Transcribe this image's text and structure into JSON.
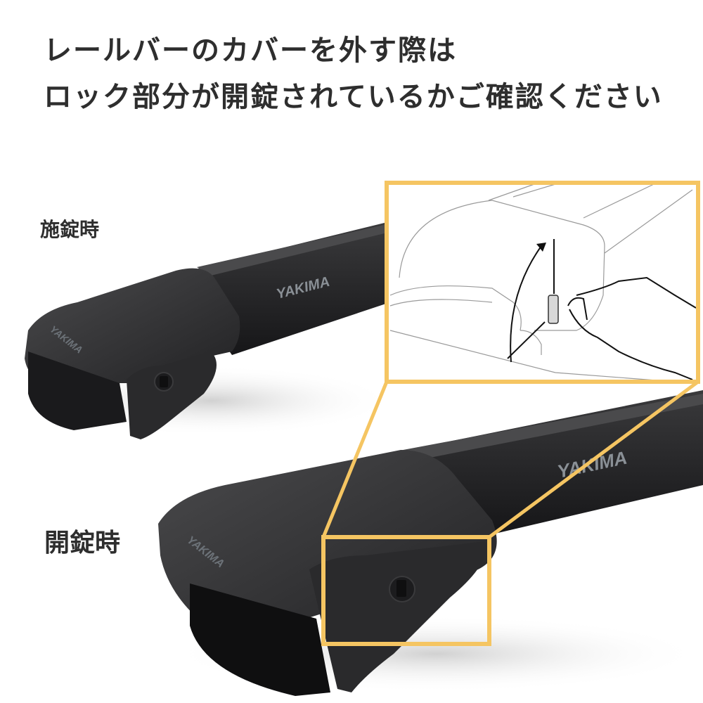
{
  "headline": {
    "line1": "レールバーのカバーを外す際は",
    "line2": "ロック部分が開錠されているかご確認ください"
  },
  "labels": {
    "locked": "施錠時",
    "unlocked": "開錠時"
  },
  "brand": {
    "logo_text": "YAKIMA"
  },
  "colors": {
    "text": "#2e2e2e",
    "highlight_frame": "#f5c562",
    "product_black": "#2a2a2c",
    "background": "#ffffff"
  },
  "illustration": {
    "description": "line drawing of a hand turning the lock knob on the rail bar end cap, curved arrow indicating rotation"
  }
}
